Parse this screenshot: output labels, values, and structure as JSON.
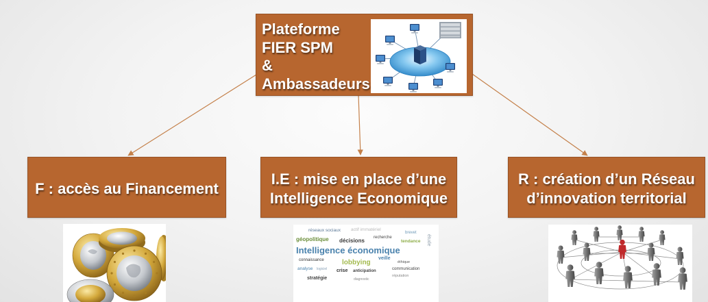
{
  "platform": {
    "lines": [
      "Plateforme",
      "FIER SPM",
      "&",
      "Ambassadeurs"
    ],
    "image_icon": "computer-network-illustration"
  },
  "branches": [
    {
      "lines": [
        "F : accès au Financement"
      ],
      "image_icon": "euro-coins-photo"
    },
    {
      "lines": [
        "I.E : mise en place d’une",
        "Intelligence Economique"
      ],
      "image_icon": "word-cloud-image",
      "word_cloud": [
        "réseaux sociaux",
        "actif immatériel",
        "brevet",
        "étude",
        "géopolitique",
        "décisions",
        "recherche",
        "tendance",
        "Intelligence économique",
        "connaissance",
        "lobbying",
        "veille",
        "éthique",
        "analyse",
        "logiciel",
        "crise",
        "anticipation",
        "communication",
        "stratégie",
        "diagnostic",
        "réputation"
      ]
    },
    {
      "lines": [
        "R : création d’un Réseau",
        "d’innovation territorial"
      ],
      "image_icon": "people-network-illustration"
    }
  ],
  "colors": {
    "background": "#f3f3f3",
    "box": "#b7662f",
    "box_border": "#985224",
    "box_text": "#ffffff",
    "arrow": "#c4804a",
    "highlight_person": "#c0292b"
  }
}
